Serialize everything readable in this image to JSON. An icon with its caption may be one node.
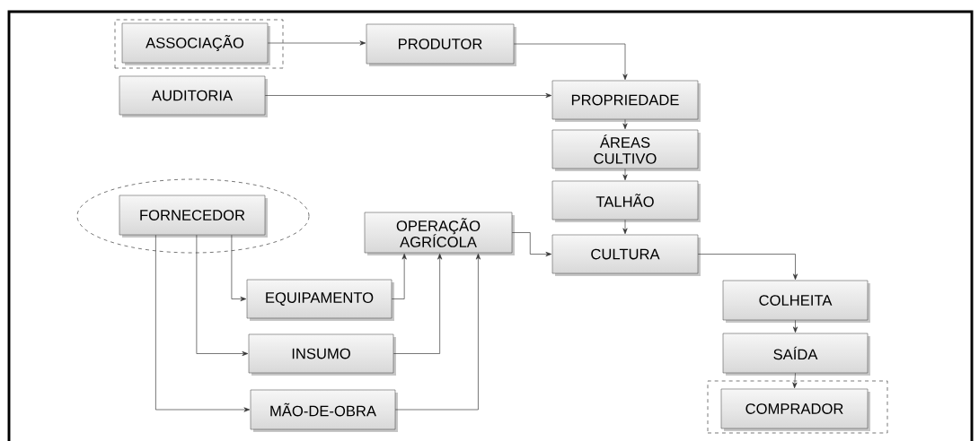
{
  "diagram": {
    "nodes": [
      {
        "text": [],
        "shape": "box"
      },
      {
        "text": [
          "ASSOCIAÇÃO"
        ],
        "in": 0
      },
      {
        "text": [
          "PRODUTOR"
        ]
      },
      {
        "text": [
          "AUDITORIA"
        ]
      },
      {
        "text": [
          "PROPRIEDADE"
        ]
      },
      {
        "text": [
          "ÁREAS CULTIVO"
        ]
      },
      {
        "text": [
          "TALHÃO"
        ]
      },
      {
        "text": [],
        "shape": "ellipse"
      },
      {
        "text": [
          "FORNECEDOR"
        ],
        "in": 7
      },
      {
        "text": [
          "OPERAÇÃO AGRÍCOLA"
        ]
      },
      {
        "text": [
          "CULTURA"
        ]
      },
      {
        "text": [
          "EQUIPAMENTO"
        ]
      },
      {
        "text": [
          "COLHEITA"
        ]
      },
      {
        "text": [
          "INSUMO"
        ]
      },
      {
        "text": [
          "SAÍDA"
        ]
      },
      {
        "text": [],
        "shape": "box"
      },
      {
        "text": [
          "COMPRADOR"
        ],
        "in": 15
      },
      {
        "text": [
          "MÃO-DE-OBRA"
        ]
      }
    ],
    "edges": [
      {
        "from": 1,
        "to": 2,
        "arrow": "to"
      },
      {
        "from": 2,
        "to": 4,
        "arrow": "to"
      },
      {
        "from": 3,
        "to": 4,
        "arrow": "to"
      },
      {
        "from": 4,
        "to": 5,
        "arrow": "to"
      },
      {
        "from": 5,
        "to": 6,
        "arrow": "to"
      },
      {
        "from": 6,
        "to": 10,
        "arrow": "to"
      },
      {
        "from": 9,
        "to": 10,
        "arrow": "to"
      },
      {
        "from": 10,
        "to": 12,
        "arrow": "to"
      },
      {
        "from": 12,
        "to": 14,
        "arrow": "to"
      },
      {
        "from": 14,
        "to": 16,
        "arrow": "to"
      },
      {
        "from": 8,
        "to": 11,
        "arrow": "to"
      },
      {
        "from": 8,
        "to": 13,
        "arrow": "to"
      },
      {
        "from": 8,
        "to": 17,
        "arrow": "to"
      },
      {
        "from": 11,
        "to": 9,
        "arrow": "to"
      },
      {
        "from": 13,
        "to": 9,
        "arrow": "to"
      },
      {
        "from": 17,
        "to": 9,
        "arrow": "to"
      }
    ]
  }
}
